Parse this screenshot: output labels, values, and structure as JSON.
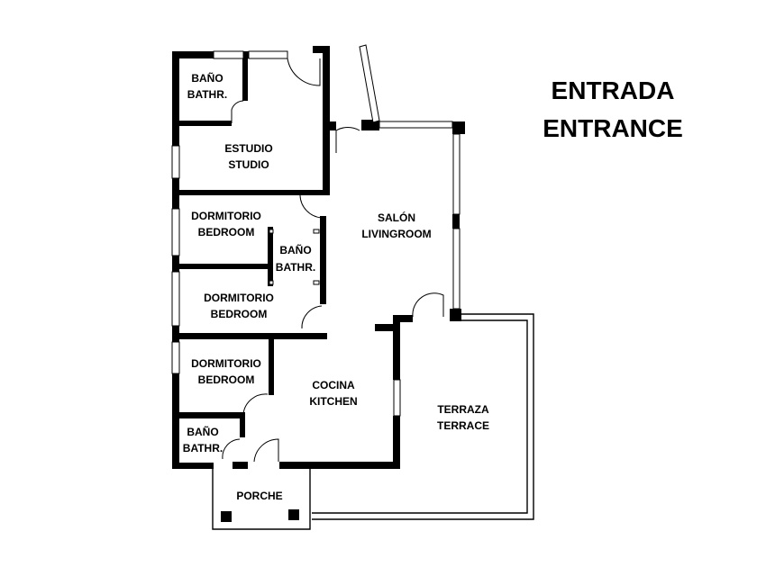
{
  "entrance": {
    "line1": "ENTRADA",
    "line2": "ENTRANCE"
  },
  "rooms": {
    "bath_top": {
      "es": "BAÑO",
      "en": "BATHR."
    },
    "studio": {
      "es": "ESTUDIO",
      "en": "STUDIO"
    },
    "bedroom_1": {
      "es": "DORMITORIO",
      "en": "BEDROOM"
    },
    "bath_mid": {
      "es": "BAÑO",
      "en": "BATHR."
    },
    "bedroom_2": {
      "es": "DORMITORIO",
      "en": "BEDROOM"
    },
    "bedroom_3": {
      "es": "DORMITORIO",
      "en": "BEDROOM"
    },
    "bath_low": {
      "es": "BAÑO",
      "en": "BATHR."
    },
    "living": {
      "es": "SALÓN",
      "en": "LIVINGROOM"
    },
    "kitchen": {
      "es": "COCINA",
      "en": "KITCHEN"
    },
    "terrace": {
      "es": "TERRAZA",
      "en": "TERRACE"
    },
    "porch": {
      "es": "PORCHE"
    }
  }
}
